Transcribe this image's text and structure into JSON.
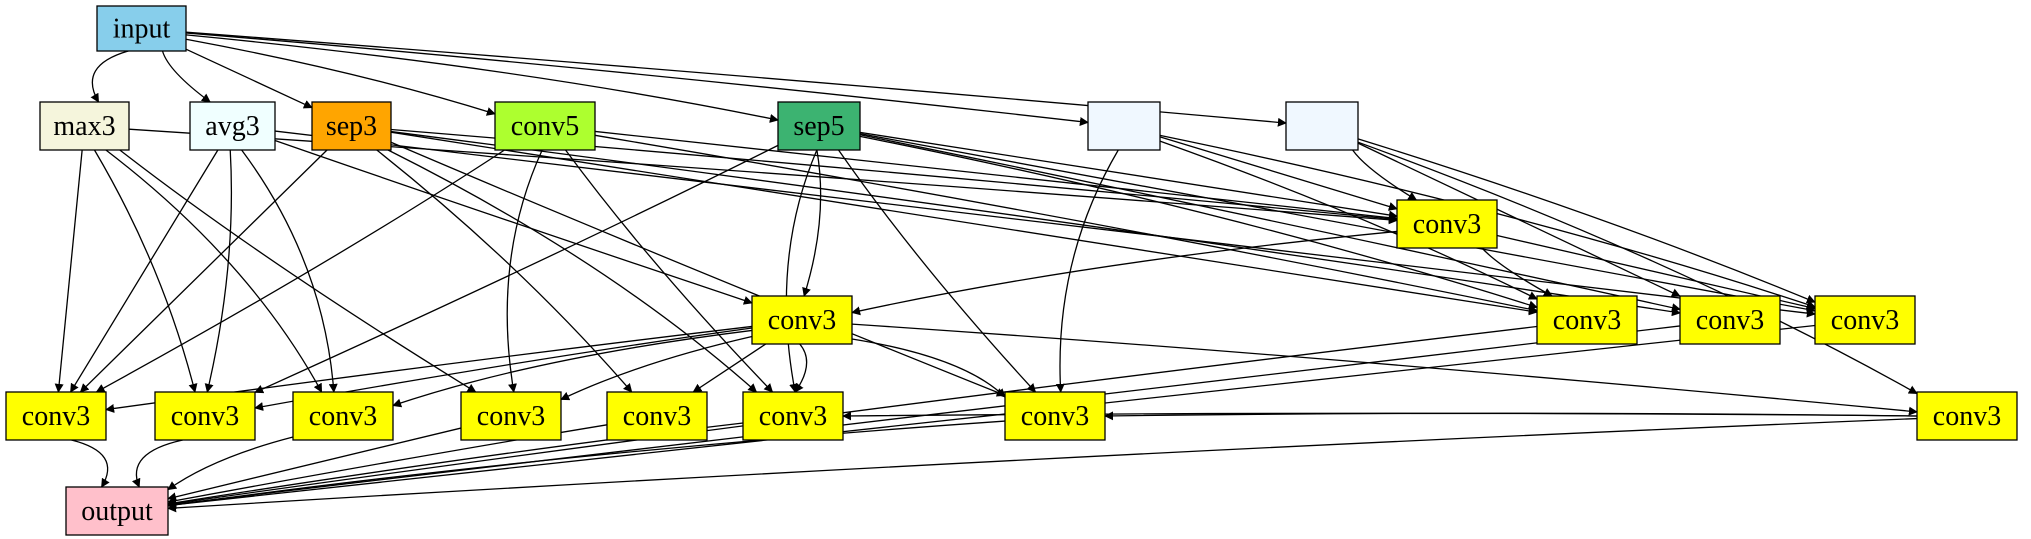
{
  "diagram": {
    "nodes": [
      {
        "id": "input",
        "label": "input",
        "color": "#87ceeb"
      },
      {
        "id": "max3",
        "label": "max3",
        "color": "#f5f5dc"
      },
      {
        "id": "avg3",
        "label": "avg3",
        "color": "#f0ffff"
      },
      {
        "id": "sep3",
        "label": "sep3",
        "color": "#ffa500"
      },
      {
        "id": "conv5",
        "label": "conv5",
        "color": "#adff2f"
      },
      {
        "id": "sep5",
        "label": "sep5",
        "color": "#3cb371"
      },
      {
        "id": "blank1",
        "label": "",
        "color": "#f0f8ff"
      },
      {
        "id": "blank2",
        "label": "",
        "color": "#f0f8ff"
      },
      {
        "id": "c3a",
        "label": "conv3",
        "color": "#ffff00"
      },
      {
        "id": "c3b",
        "label": "conv3",
        "color": "#ffff00"
      },
      {
        "id": "c3c",
        "label": "conv3",
        "color": "#ffff00"
      },
      {
        "id": "c3d",
        "label": "conv3",
        "color": "#ffff00"
      },
      {
        "id": "c3e",
        "label": "conv3",
        "color": "#ffff00"
      },
      {
        "id": "r1",
        "label": "conv3",
        "color": "#ffff00"
      },
      {
        "id": "r2",
        "label": "conv3",
        "color": "#ffff00"
      },
      {
        "id": "r3",
        "label": "conv3",
        "color": "#ffff00"
      },
      {
        "id": "r4",
        "label": "conv3",
        "color": "#ffff00"
      },
      {
        "id": "r5",
        "label": "conv3",
        "color": "#ffff00"
      },
      {
        "id": "r6",
        "label": "conv3",
        "color": "#ffff00"
      },
      {
        "id": "r7",
        "label": "conv3",
        "color": "#ffff00"
      },
      {
        "id": "r8",
        "label": "conv3",
        "color": "#ffff00"
      },
      {
        "id": "r9",
        "label": "conv3",
        "color": "#ffff00"
      },
      {
        "id": "output",
        "label": "output",
        "color": "#ffc0cb"
      }
    ],
    "edges": [
      [
        "input",
        "max3"
      ],
      [
        "input",
        "avg3"
      ],
      [
        "input",
        "sep3"
      ],
      [
        "input",
        "conv5"
      ],
      [
        "input",
        "sep5"
      ],
      [
        "input",
        "blank1"
      ],
      [
        "input",
        "blank2"
      ],
      [
        "max3",
        "r1"
      ],
      [
        "max3",
        "r2"
      ],
      [
        "max3",
        "r3"
      ],
      [
        "max3",
        "r4"
      ],
      [
        "max3",
        "c3a"
      ],
      [
        "avg3",
        "r1"
      ],
      [
        "avg3",
        "r2"
      ],
      [
        "avg3",
        "r3"
      ],
      [
        "avg3",
        "c3b"
      ],
      [
        "avg3",
        "c3e"
      ],
      [
        "sep3",
        "r1"
      ],
      [
        "sep3",
        "r5"
      ],
      [
        "sep3",
        "r6"
      ],
      [
        "sep3",
        "r7"
      ],
      [
        "sep3",
        "c3a"
      ],
      [
        "sep3",
        "c3c"
      ],
      [
        "sep3",
        "c3d"
      ],
      [
        "conv5",
        "r1"
      ],
      [
        "conv5",
        "r4"
      ],
      [
        "conv5",
        "r6"
      ],
      [
        "conv5",
        "c3a"
      ],
      [
        "conv5",
        "c3c"
      ],
      [
        "sep5",
        "r2"
      ],
      [
        "sep5",
        "r6"
      ],
      [
        "sep5",
        "r7"
      ],
      [
        "sep5",
        "c3a"
      ],
      [
        "sep5",
        "c3b"
      ],
      [
        "sep5",
        "c3c"
      ],
      [
        "sep5",
        "c3d"
      ],
      [
        "sep5",
        "c3e"
      ],
      [
        "blank1",
        "c3a"
      ],
      [
        "blank1",
        "c3c"
      ],
      [
        "blank1",
        "c3e"
      ],
      [
        "blank1",
        "r7"
      ],
      [
        "blank2",
        "c3a"
      ],
      [
        "blank2",
        "c3d"
      ],
      [
        "blank2",
        "c3e"
      ],
      [
        "blank2",
        "r9"
      ],
      [
        "c3a",
        "c3b"
      ],
      [
        "c3a",
        "c3c"
      ],
      [
        "c3a",
        "c3e"
      ],
      [
        "c3b",
        "r1"
      ],
      [
        "c3b",
        "r2"
      ],
      [
        "c3b",
        "r3"
      ],
      [
        "c3b",
        "r4"
      ],
      [
        "c3b",
        "r5"
      ],
      [
        "c3b",
        "r6"
      ],
      [
        "c3b",
        "r7"
      ],
      [
        "c3b",
        "r9"
      ],
      [
        "r8",
        "r7"
      ],
      [
        "r9",
        "r8"
      ],
      [
        "r9",
        "r6"
      ],
      [
        "r1",
        "output"
      ],
      [
        "r2",
        "output"
      ],
      [
        "r3",
        "output"
      ],
      [
        "r4",
        "output"
      ],
      [
        "r5",
        "output"
      ],
      [
        "r6",
        "output"
      ],
      [
        "r7",
        "output"
      ],
      [
        "c3c",
        "output"
      ],
      [
        "c3d",
        "output"
      ],
      [
        "c3e",
        "output"
      ],
      [
        "r9",
        "output"
      ]
    ]
  }
}
